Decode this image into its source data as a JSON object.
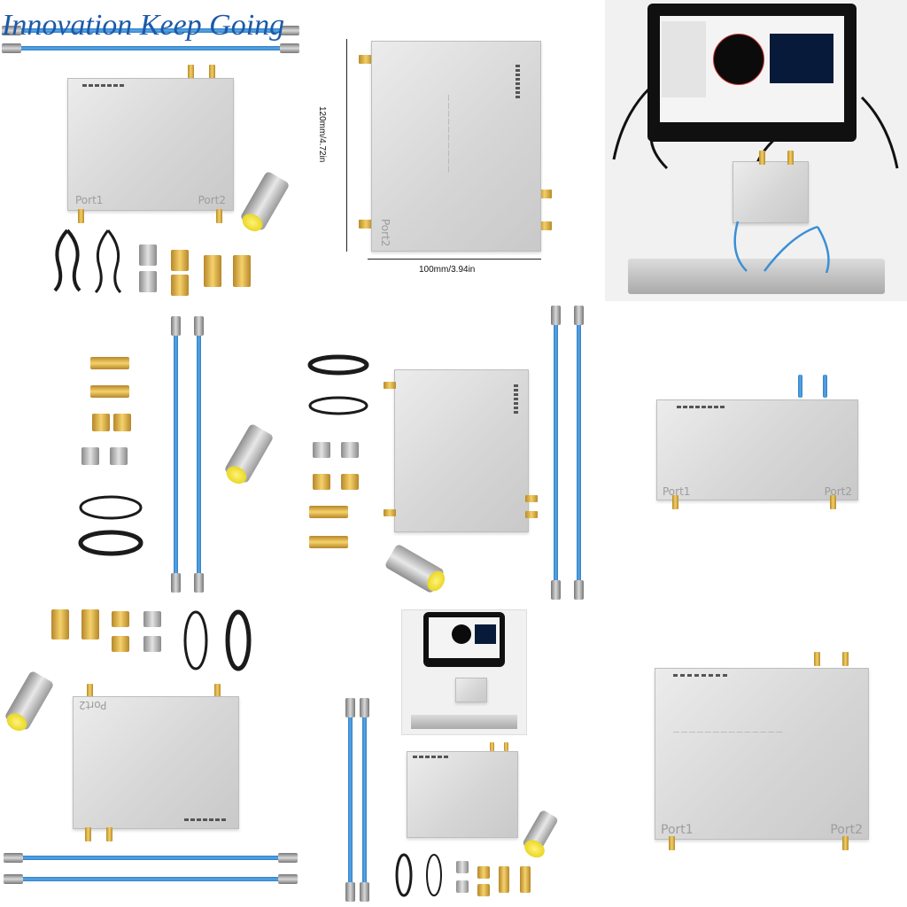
{
  "watermark": {
    "text": "Innovation Keep Going",
    "color": "#1c5aa8"
  },
  "device": {
    "port1_label": "Port1",
    "port2_label": "Port2",
    "rotated_port_label": "Port2"
  },
  "dimensions": {
    "height_label": "120mm/4.72in",
    "width_label": "100mm/3.94in"
  },
  "colors": {
    "cable_blue": "#3b8fd6",
    "connector_gold": "#e3b54a",
    "load_yellow": "#f2e020",
    "enclosure_silver": "#d9d9d9"
  },
  "icons": [
    "sma-connector-icon",
    "usb-cable-icon",
    "adapter-icon",
    "load-terminator-icon",
    "monitor-icon"
  ]
}
